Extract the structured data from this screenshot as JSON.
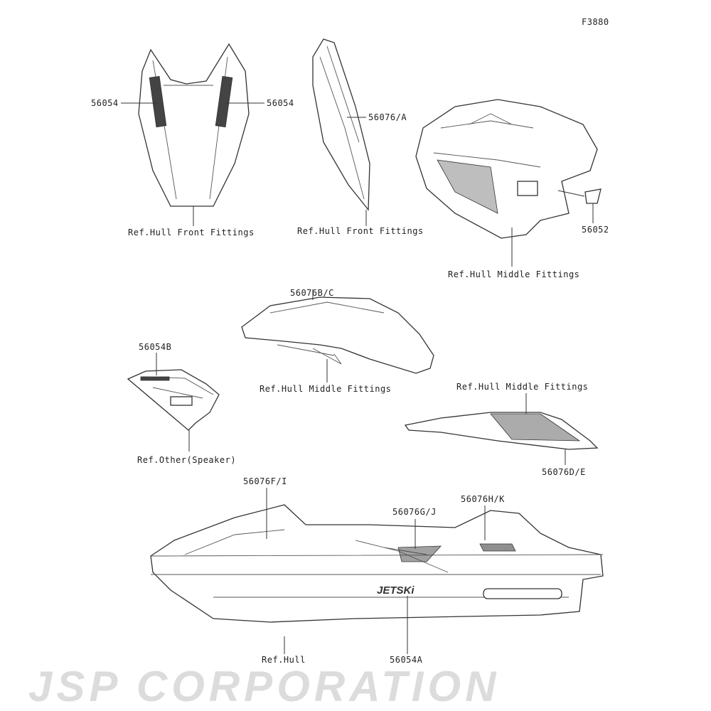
{
  "diagram_id": "F3880",
  "watermark": "JSP CORPORATION",
  "callouts": {
    "front_left_decal": "56054",
    "front_right_decal": "56054",
    "side_cover_decal": "56076/A",
    "front_fittings_ref_1": "Ref.Hull Front Fittings",
    "front_fittings_ref_2": "Ref.Hull Front Fittings",
    "middle_decal": "56052",
    "middle_fittings_ref_1": "Ref.Hull Middle Fittings",
    "seat_decal": "56076B/C",
    "speaker_decal": "56054B",
    "middle_fittings_ref_2": "Ref.Hull Middle Fittings",
    "speaker_ref": "Ref.Other(Speaker)",
    "middle_fittings_ref_3": "Ref.Hull Middle Fittings",
    "step_decal": "56076D/E",
    "hull_decal_fi": "56076F/I",
    "hull_decal_gj": "56076G/J",
    "hull_decal_hk": "56076H/K",
    "hull_ref": "Ref.Hull",
    "jetski_decal": "56054A"
  }
}
